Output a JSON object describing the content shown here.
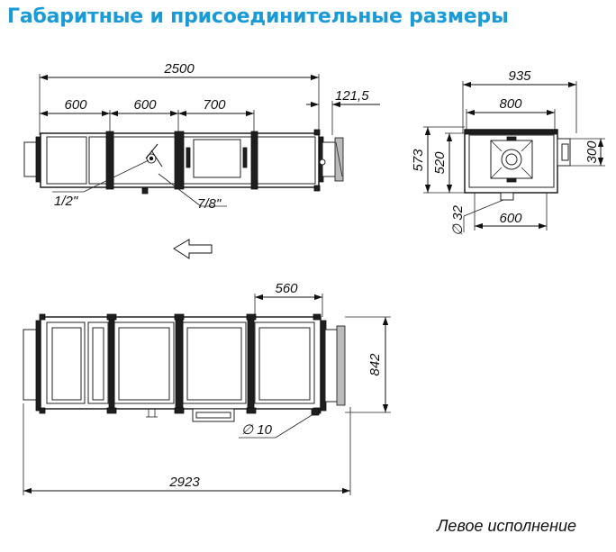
{
  "title": "Габаритные и присоединительные размеры",
  "caption": "Левое исполнение",
  "top_view": {
    "overall_length": "2500",
    "section_1": "600",
    "section_2": "600",
    "section_3": "700",
    "duct_offset": "121,5",
    "connection_a": "1/2\"",
    "connection_b": "7/8\""
  },
  "end_view": {
    "overall_width": "935",
    "inner_width": "800",
    "overall_height": "573",
    "inner_height": "520",
    "duct_size": "300",
    "drain_diameter": "∅ 32",
    "base_width": "600"
  },
  "side_view": {
    "section_span": "560",
    "overall_height": "842",
    "mount_hole": "∅ 10",
    "overall_length": "2923"
  },
  "airflow_arrow": "arrow-left-icon"
}
